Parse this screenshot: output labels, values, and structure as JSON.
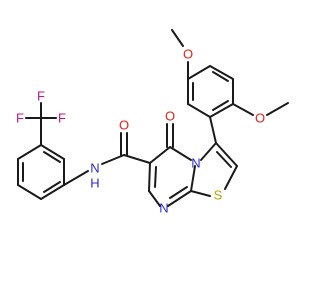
{
  "molecule": {
    "atoms": {
      "O_ome1": "O",
      "O_ome2": "O",
      "O_amide": "O",
      "O_keto": "O",
      "N_amide": "N",
      "H_amide": "H",
      "N_ring1": "N",
      "N_ring2": "N",
      "S_ring": "S",
      "F1": "F",
      "F2": "F",
      "F3": "F"
    },
    "colors": {
      "O": "#e8201c",
      "N": "#2a2ad6",
      "S": "#b8a200",
      "F": "#c4168c",
      "bond": "#1a1a1a"
    }
  }
}
